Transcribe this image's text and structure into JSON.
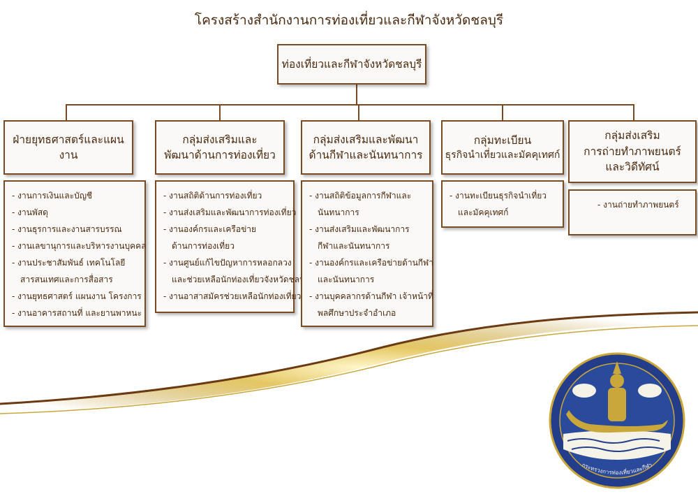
{
  "title": "โครงสร้างสำนักงานการท่องเที่ยวและกีฬาจังหวัดชลบุรี",
  "top_node": "ท่องเที่ยวและกีฬาจังหวัดชลบุรี",
  "groups": [
    {
      "title_lines": [
        "ฝ่ายยุทธศาสตร์และแผนงาน"
      ],
      "items": [
        "- งานการเงินและบัญชี",
        "- งานพัสดุ",
        "- งานธุรการและงานสารบรรณ",
        "- งานเลขานุการและบริหารงานบุคคล",
        "- งานประชาสัมพันธ์ เทคโนโลยี",
        "  สารสนเทศและการสื่อสาร",
        "- งานยุทธศาสตร์ แผนงาน โครงการ",
        "- งานอาคารสถานที่ และยานพาหนะ"
      ]
    },
    {
      "title_lines": [
        "กลุ่มส่งเสริมและ",
        "พัฒนาด้านการท่องเที่ยว"
      ],
      "items": [
        "- งานสถิติด้านการท่องเที่ยว",
        "- งานส่งเสริมและพัฒนาการท่องเที่ยว",
        "- งานองค์กรและเครือข่าย",
        "  ด้านการท่องเที่ยว",
        "- งานศูนย์แก้ไขปัญหาการหลอกลวง",
        "  และช่วยเหลือนักท่องเที่ยวจังหวัดชลบุรี",
        "- งานอาสาสมัครช่วยเหลือนักท่องเที่ยว"
      ]
    },
    {
      "title_lines": [
        "กลุ่มส่งเสริมและพัฒนา",
        "ด้านกีฬาและนันทนาการ"
      ],
      "items": [
        "- งานสถิติข้อมูลการกีฬาและ",
        "  นันทนาการ",
        "- งานส่งเสริมและพัฒนาการ",
        "  กีฬาและนันทนาการ",
        "- งานองค์กรและเครือข่ายด้านกีฬา",
        "  และนันทนาการ",
        "- งานบุคคลากรด้านกีฬา เจ้าหน้าที่",
        "  พลศึกษาประจำอำเภอ"
      ]
    },
    {
      "title_lines": [
        "กลุ่มทะเบียน",
        "ธุรกิจนำเที่ยวและมัคคุเทศก์"
      ],
      "items": [
        "- งานทะเบียนธุรกิจนำเที่ยว",
        "  และมัคคุเทศก์"
      ]
    },
    {
      "title_lines": [
        "กลุ่มส่งเสริม",
        "การถ่ายทำภาพยนตร์",
        "และวิดีทัศน์"
      ],
      "items": [
        "- งานถ่ายทำภาพยนตร์"
      ]
    }
  ],
  "emblem": {
    "caption": "กระทรวงการท่องเที่ยวและกีฬา",
    "colors": {
      "navy": "#233d8a",
      "gold": "#c9a73a"
    }
  },
  "colors": {
    "border": "#7a4a22",
    "box_fill": "#fbf9f7",
    "swoosh_gold": "#d4b146",
    "swoosh_brown": "#6b3a12"
  }
}
